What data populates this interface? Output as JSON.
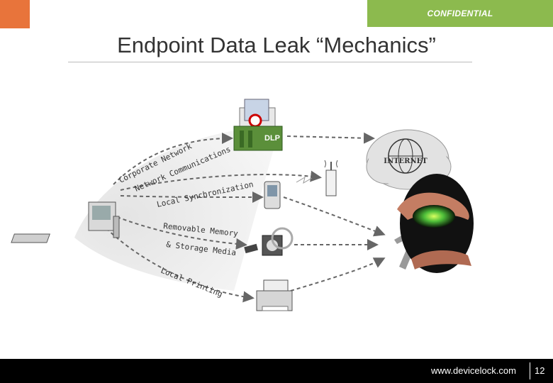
{
  "header": {
    "confidential": "CONFIDENTIAL"
  },
  "title": "Endpoint Data Leak “Mechanics”",
  "diagram": {
    "dlp_label": "DLP",
    "internet_label": "INTERNET",
    "channels": {
      "corporate_network": "Corporate Network",
      "network_communications": "Network Communications",
      "local_sync": "Local Synchronization",
      "removable_line1": "Removable Memory",
      "removable_line2": "& Storage Media",
      "local_printing": "Local Printing"
    }
  },
  "footer": {
    "url": "www.devicelock.com",
    "page": "12"
  },
  "colors": {
    "accent_orange": "#e8743b",
    "accent_green": "#8cba4e",
    "footer_bg": "#000000"
  }
}
